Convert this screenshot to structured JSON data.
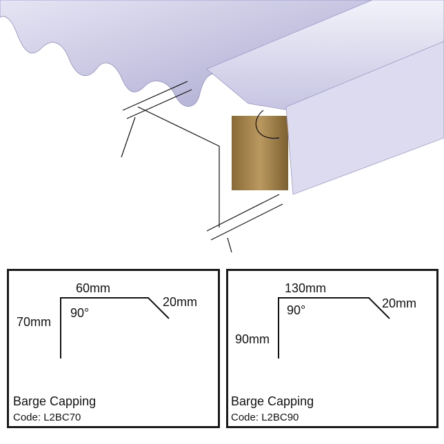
{
  "illustration": {
    "sheet_color": "#c9c7e4",
    "timber_color": "#a88a52"
  },
  "panels": [
    {
      "top_length": "60mm",
      "lip_length": "20mm",
      "side_length": "70mm",
      "angle": "90°",
      "title": "Barge Capping",
      "code": "Code: L2BC70"
    },
    {
      "top_length": "130mm",
      "lip_length": "20mm",
      "side_length": "90mm",
      "angle": "90°",
      "title": "Barge Capping",
      "code": "Code: L2BC90"
    }
  ]
}
